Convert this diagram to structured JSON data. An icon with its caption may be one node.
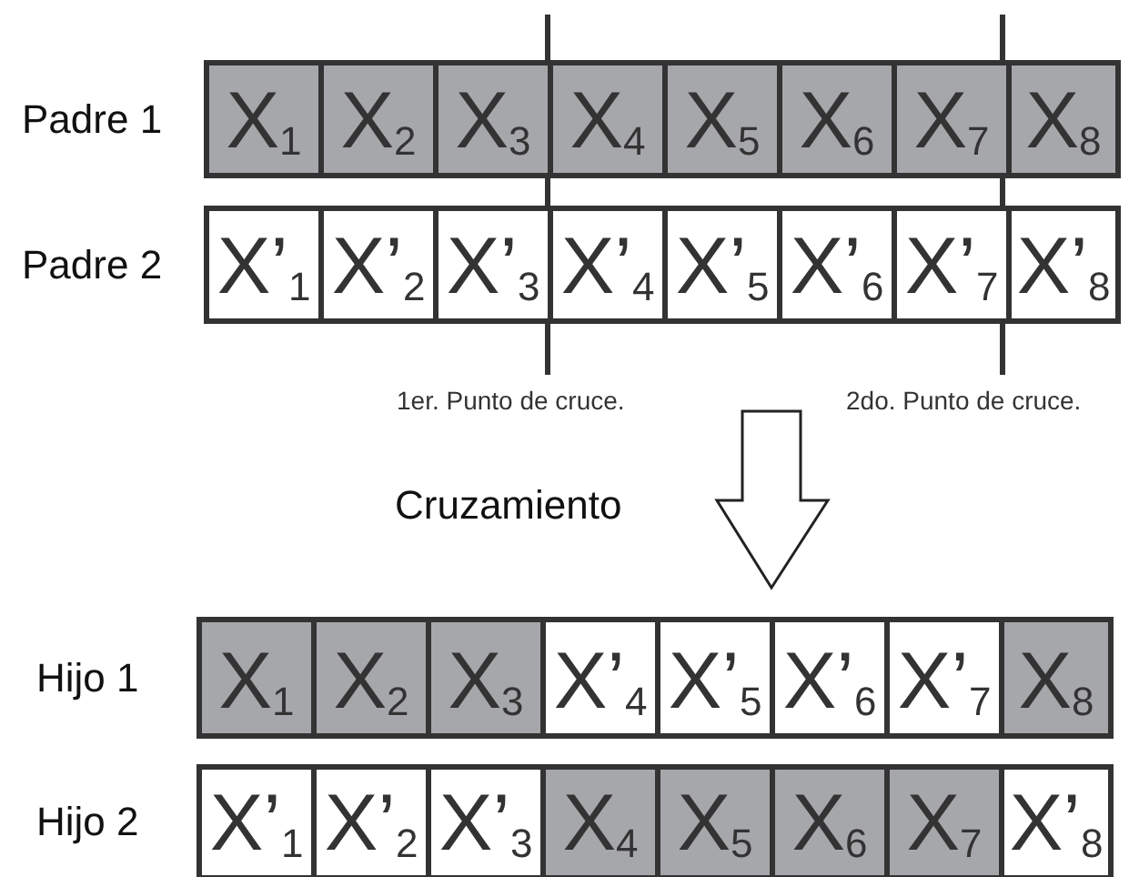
{
  "diagram": {
    "labels": [
      "Padre 1",
      "X$_{1}$",
      "X$_{2}$",
      "X$_{3}$",
      "X$_{4}$",
      "X$_{5}$",
      "X$_{6}$",
      "X$_{7}$",
      "X$_{8}$",
      "Padre 2",
      "X’$_{1}$",
      "X’$_{2}$",
      "X’$_{3}$",
      "X’$_{4}$",
      "X’$_{5}$",
      "X’$_{6}$",
      "X’$_{7}$",
      "X’$_{8}$",
      "1er. Punto de cruce.",
      "2do. Punto de cruce.",
      "Cruzamiento",
      "Hijo 1",
      "X$_{1}$",
      "X$_{2}$",
      "X$_{3}$",
      "X’$_{4}$",
      "X’$_{5}$",
      "X’$_{6}$",
      "X’$_{7}$",
      "X$_{8}$",
      "Hijo 2",
      "X’$_{1}$",
      "X’$_{2}$",
      "X’$_{3}$",
      "X$_{4}$",
      "X$_{5}$",
      "X$_{6}$",
      "X$_{7}$",
      "X’$_{8}$"
    ]
  }
}
